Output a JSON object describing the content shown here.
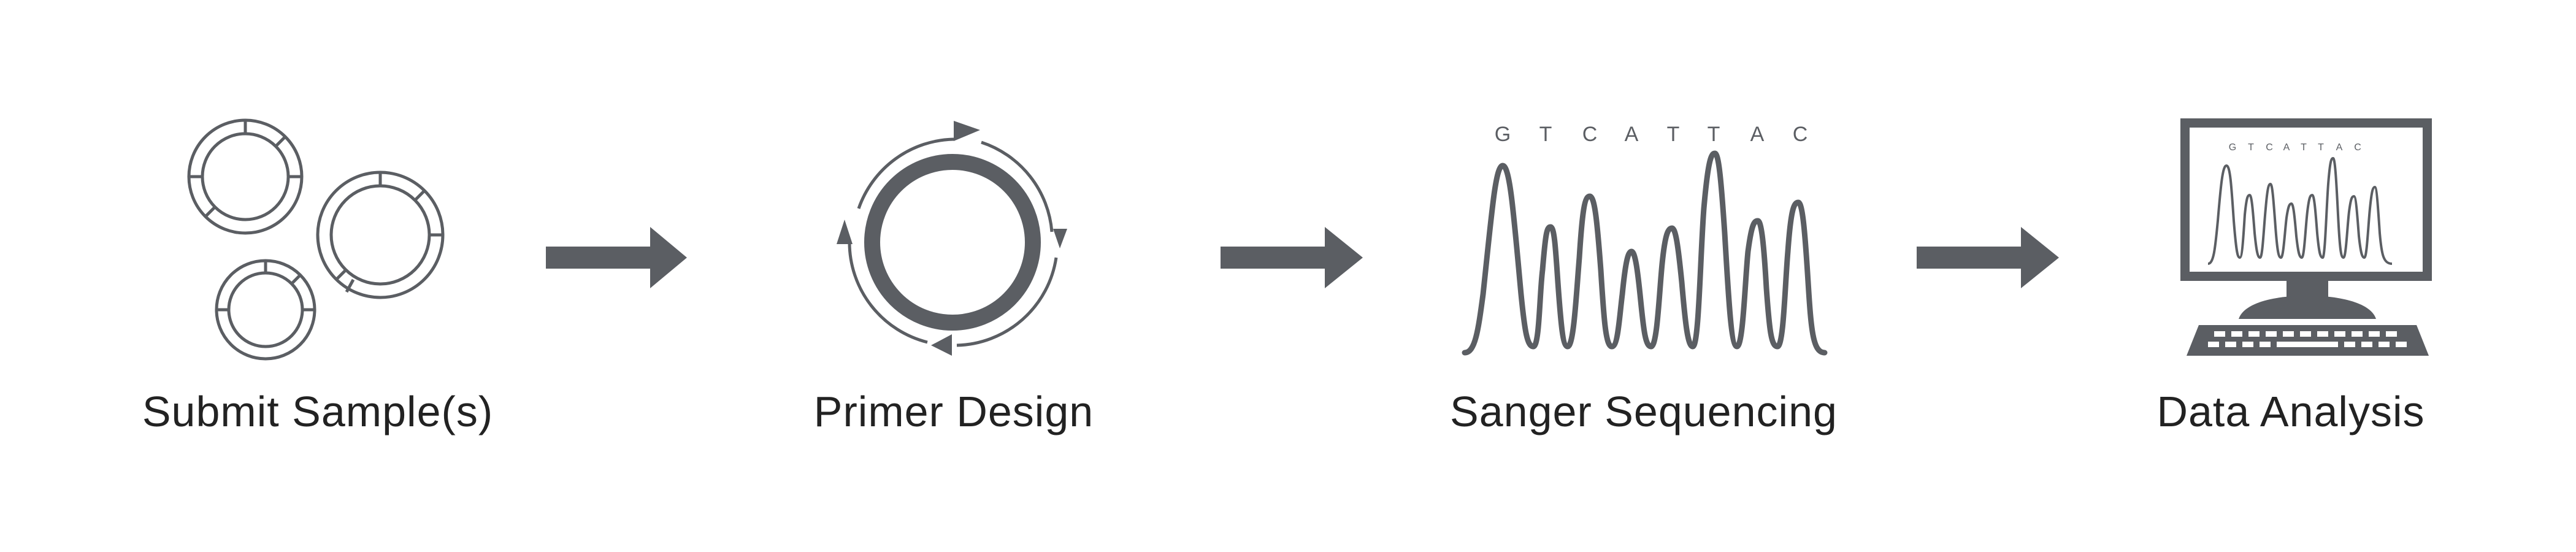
{
  "colors": {
    "ink": "#5b5e63",
    "background": "#ffffff"
  },
  "steps": [
    {
      "label": "Submit Sample(s)",
      "icon": "plasmid-samples-icon"
    },
    {
      "label": "Primer Design",
      "icon": "circular-cycle-icon"
    },
    {
      "label": "Sanger Sequencing",
      "icon": "chromatogram-icon"
    },
    {
      "label": "Data Analysis",
      "icon": "computer-monitor-icon"
    }
  ],
  "chromatogram": {
    "bases": [
      "G",
      "T",
      "C",
      "A",
      "T",
      "T",
      "A",
      "C"
    ]
  },
  "monitor": {
    "bases": [
      "G",
      "T",
      "C",
      "A",
      "T",
      "T",
      "A",
      "C"
    ]
  }
}
